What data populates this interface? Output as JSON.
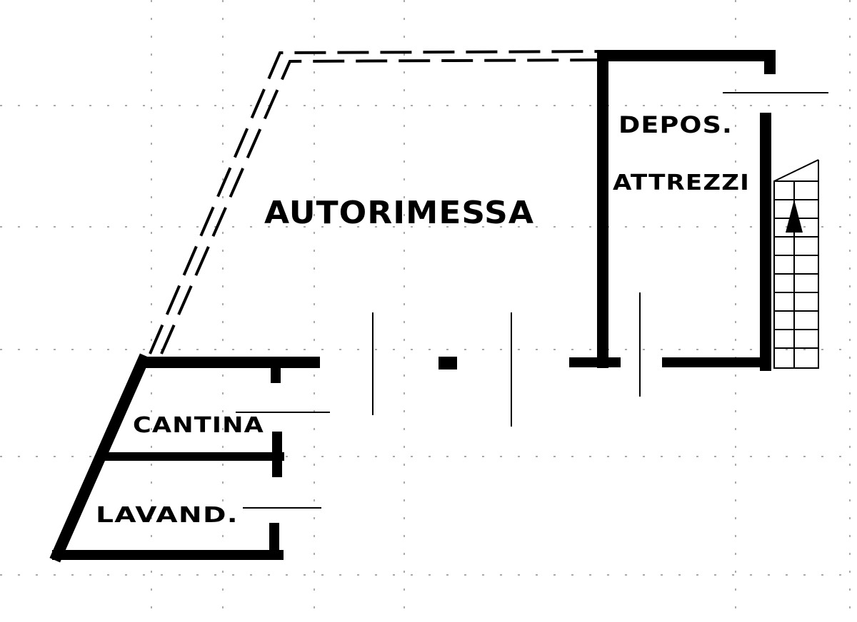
{
  "rooms": {
    "autorimessa": "AUTORIMESSA",
    "depos": "DEPOS.",
    "attrezzi": "ATTREZZI",
    "cantina": "CANTINA",
    "lavand": "LAVAND."
  },
  "colors": {
    "ink": "#000000",
    "paper": "#ffffff"
  }
}
